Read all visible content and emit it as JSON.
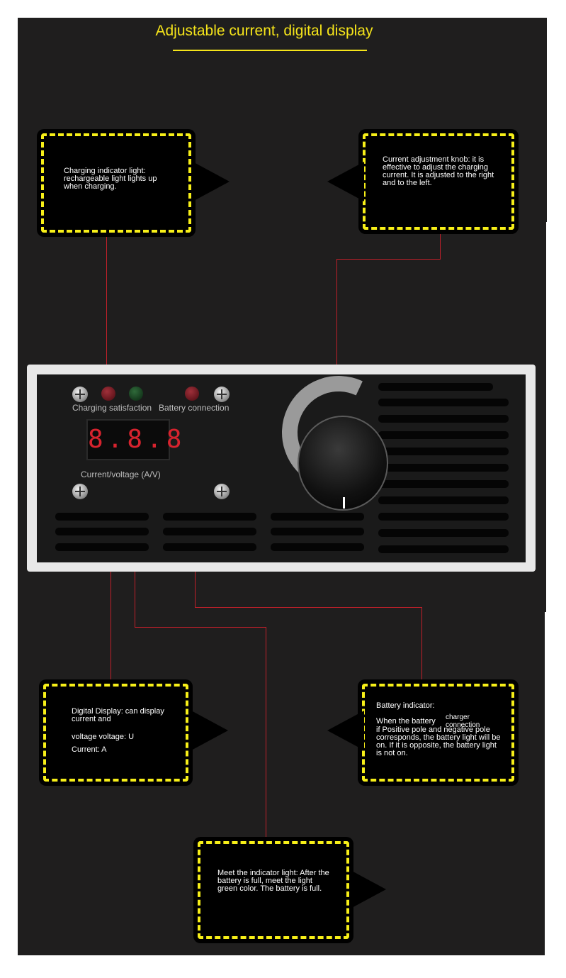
{
  "title": "Adjustable current, digital display",
  "callouts": {
    "charging_indicator": "Charging indicator light: rechargeable light lights up when charging.",
    "knob": "Current adjustment knob: it is effective to adjust the charging current. It is adjusted to the right and to the left.",
    "digital_display": {
      "line1": "Digital Display: can display current and",
      "line2": "voltage voltage: U",
      "line3": "Current: A"
    },
    "battery_indicator": {
      "line1": "Battery indicator:",
      "line2a": "When the battery",
      "line2b": "charger connection",
      "line3": "if Positive pole and negative pole corresponds, the battery light will be on. If it is opposite, the battery light is not on."
    },
    "meet_indicator": "Meet the indicator light: After the battery is full, meet the light green color. The battery is full."
  },
  "panel": {
    "charging_label": "Charging satisfaction",
    "battery_label": "Battery connection",
    "display_value": "8.8.8",
    "display_label": "Current/voltage (A/V)"
  },
  "colors": {
    "accent_yellow": "#f5e41a",
    "leader_red": "#c0202a",
    "background": "#1f1e1e"
  }
}
